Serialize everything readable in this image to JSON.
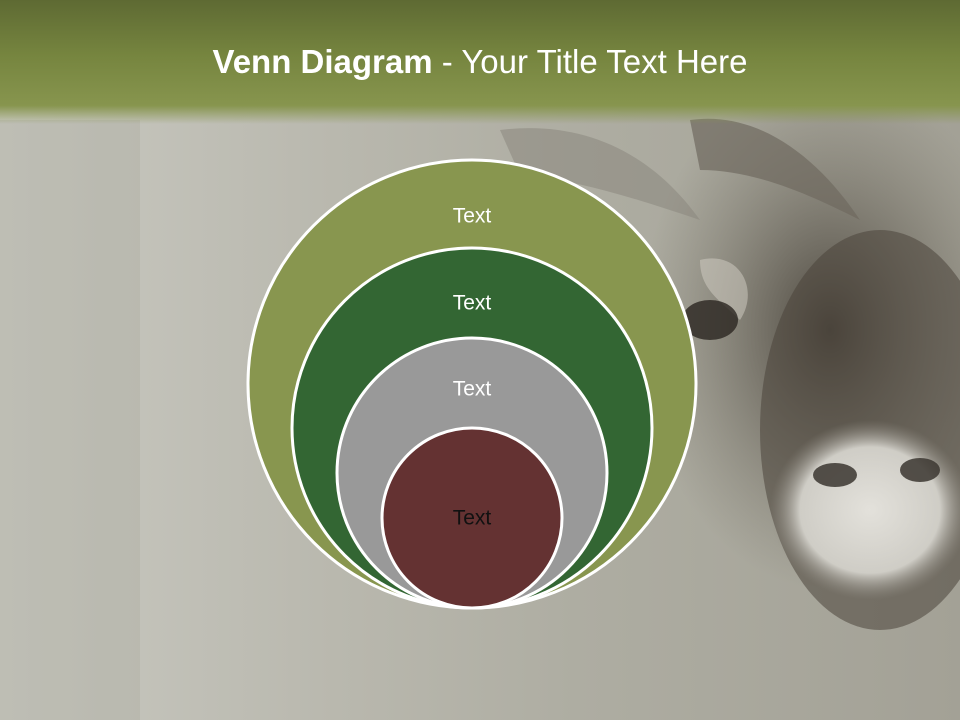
{
  "slide": {
    "title_bold": "Venn Diagram",
    "title_rest": " - Your Title Text Here"
  },
  "venn": {
    "circles": [
      {
        "label": "Text",
        "fill": "#88964f",
        "text_color": "#ffffff"
      },
      {
        "label": "Text",
        "fill": "#336633",
        "text_color": "#ffffff"
      },
      {
        "label": "Text",
        "fill": "#999999",
        "text_color": "#ffffff"
      },
      {
        "label": "Text",
        "fill": "#643232",
        "text_color": "#111111"
      }
    ]
  },
  "colors": {
    "title_bar": "#7a8a40",
    "background": "#b8b7ad"
  }
}
